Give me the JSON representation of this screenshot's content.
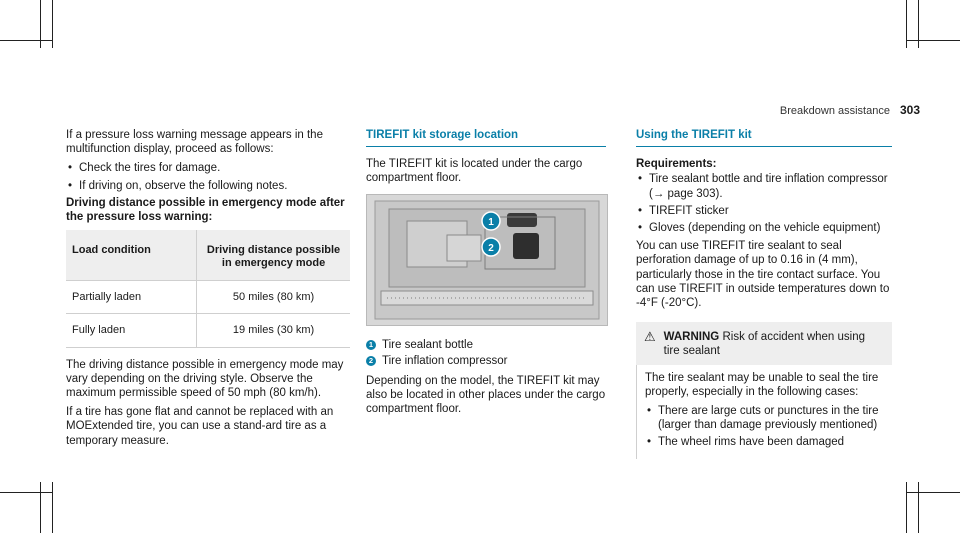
{
  "header": {
    "section": "Breakdown assistance",
    "page": "303"
  },
  "col1": {
    "intro": "If a pressure loss warning message appears in the multifunction display, proceed as follows:",
    "bullets": [
      "Check the tires for damage.",
      "If driving on, observe the following notes."
    ],
    "subheading": "Driving distance possible in emergency mode after the pressure loss warning:",
    "table": {
      "headers": [
        "Load condition",
        "Driving distance possible in emergency mode"
      ],
      "rows": [
        [
          "Partially laden",
          "50 miles (80 km)"
        ],
        [
          "Fully laden",
          "19 miles (30 km)"
        ]
      ]
    },
    "para1": "The driving distance possible in emergency mode may vary depending on the driving style. Observe the maximum permissible speed of 50 mph (80 km/h).",
    "para2": "If a tire has gone flat and cannot be replaced with an MOExtended tire, you can use a stand-ard tire as a temporary measure."
  },
  "col2": {
    "heading": "TIREFIT kit storage location",
    "text": "The TIREFIT kit is located under the cargo compartment floor.",
    "legend": [
      {
        "num": "1",
        "label": "Tire sealant bottle"
      },
      {
        "num": "2",
        "label": "Tire inflation compressor"
      }
    ],
    "text2": "Depending on the model, the TIREFIT kit may also be located in other places under the cargo compartment floor."
  },
  "col3": {
    "heading": "Using the TIREFIT kit",
    "req_heading": "Requirements:",
    "requirements": [
      "Tire sealant bottle and tire inflation compressor (→ page 303).",
      "TIREFIT sticker",
      "Gloves (depending on the vehicle equipment)"
    ],
    "text": "You can use TIREFIT tire sealant to seal perforation damage of up to 0.16 in (4 mm), particularly those in the tire contact surface. You can use TIREFIT in outside temperatures down to -4°F (-20°C).",
    "warning": {
      "label": "WARNING",
      "title": "Risk of accident when using tire sealant",
      "body": "The tire sealant may be unable to seal the tire properly, especially in the following cases:",
      "bullets": [
        "There are large cuts or punctures in the tire (larger than damage previously mentioned)",
        "The wheel rims have been damaged"
      ]
    }
  }
}
